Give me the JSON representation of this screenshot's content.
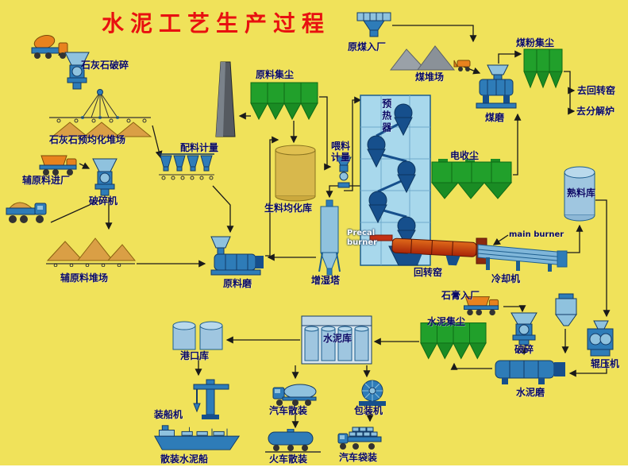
{
  "title": "水泥工艺生产过程",
  "labels": {
    "limestone_crushing": "石灰石破碎",
    "limestone_preblending_yard": "石灰石预均化堆场",
    "aux_material_entry": "辅原料进厂",
    "crusher": "破碎机",
    "aux_material_yard": "辅原料堆场",
    "batching_metering": "配料计量",
    "raw_material_dust": "原料集尘",
    "raw_meal_silo": "生料均化库",
    "feeding_metering": "喂料计量",
    "preheater": "预热器",
    "raw_mill": "原料磨",
    "humidifying_tower": "增湿塔",
    "ep": "电收尘",
    "rotary_kiln": "回转窑",
    "cooler": "冷却机",
    "clinker_silo": "熟料库",
    "precal_burner": "Precal burner",
    "main_burner": "main burner",
    "raw_coal_entry": "原煤入厂",
    "coal_yard": "煤堆场",
    "coal_dust": "煤粉集尘",
    "to_rotary_kiln": "去回转窑",
    "to_calciner": "去分解炉",
    "coal_mill": "煤磨",
    "gypsum_entry": "石膏入厂",
    "cement_dust": "水泥集尘",
    "crushing": "破碎",
    "roller_press": "辊压机",
    "cement_mill": "水泥磨",
    "port_silo": "港口库",
    "cement_silo": "水泥库",
    "ship_loader": "装船机",
    "truck_bulk": "汽车散装",
    "packing_machine": "包装机",
    "bulk_cement_ship": "散装水泥船",
    "train_bulk": "火车散装",
    "truck_bagged": "汽车袋装"
  },
  "colors": {
    "background": "#F0E25A",
    "title_red": "#E81010",
    "label_navy": "#0A0A66",
    "equipment_blue": "#2E7CB8",
    "equipment_light_blue": "#8FC2DE",
    "dust_collector_green": "#21A02B",
    "pile_tan": "#DA9F45",
    "truck_orange": "#E8821E",
    "kiln_red": "#A82408",
    "coal_gray": "#9AA1A8"
  }
}
